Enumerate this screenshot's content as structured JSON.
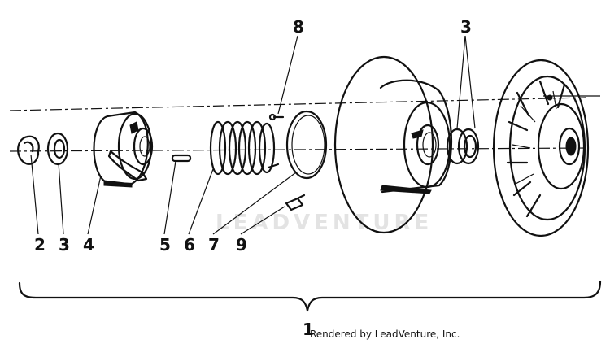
{
  "callouts": {
    "c1": "1",
    "c2": "2",
    "c3a": "3",
    "c3b": "3",
    "c4": "4",
    "c5": "5",
    "c6": "6",
    "c7": "7",
    "c8": "8",
    "c9": "9"
  },
  "credit": "Rendered by LeadVenture, Inc.",
  "watermark": "LEADVENTURE",
  "colors": {
    "ink": "#111111",
    "paper": "#ffffff",
    "watermark": "#e3e3e3"
  }
}
